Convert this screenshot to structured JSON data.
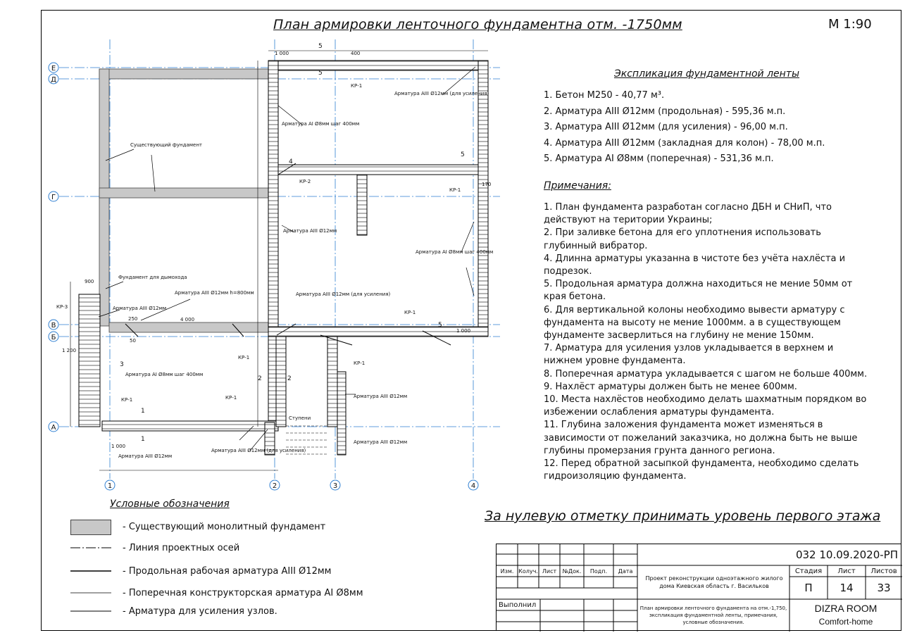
{
  "header": {
    "title": "План армировки ленточного фундаментна отм. -1750мм",
    "scale": "М 1:90"
  },
  "explication": {
    "title": "Экспликация фундаментной ленты",
    "items": [
      "1. Бетон М250 - 40,77 м³.",
      "2. Арматура АIII Ø12мм (продольная) - 595,36 м.п.",
      "3. Арматура АIII Ø12мм (для усиления) - 96,00 м.п.",
      "4. Арматура АIII Ø12мм (закладная для колон) - 78,00 м.п.",
      "5. Арматура АI Ø8мм (поперечная) - 531,36 м.п."
    ]
  },
  "notes": {
    "title": "Примечания:",
    "items": [
      "1. План фундамента разработан согласно ДБН и СНиП, что действуют на територии Украины;",
      "2. При заливке бетона для его уплотнения использовать глубинный вибратор.",
      "4. Длинна арматуры указанна в чистоте без учёта нахлёста и подрезок.",
      "5. Продольная арматура должна находиться не мение 50мм от края бетона.",
      "6. Для вертикальной колоны необходимо вывести арматуру с фундамента на высоту не мение 1000мм. а в существующем фундаменте засверлиться на глубину не мение 150мм.",
      "7. Арматура для усиления узлов укладывается в верхнем и нижнем уровне фундамента.",
      "8. Поперечная арматура укладывается с шагом не больше 400мм.",
      "9. Нахлёст арматуры должен быть не менее 600мм.",
      "10. Места нахлёстов необходимо делать шахматным порядком во избежении ослабления арматуры фундамента.",
      "11. Глубина заложения фундамента может изменяться в зависимости от пожеланий заказчика, но должна быть не выше глубины промерзания грунта данного региона.",
      "12. Перед обратной засыпкой фундамента, необходимо сделать гидроизоляцию фундамента."
    ]
  },
  "zero_note": "За нулевую отметку принимать уровень первого этажа",
  "legend": {
    "title": "Условные обозначения",
    "items": [
      "- Существующий монолитный фундамент",
      "- Линия проектных осей",
      "- Продольная рабочая арматура АIII Ø12мм",
      "- Поперечная конструкторская арматура АI Ø8мм",
      "- Арматура для усиления узлов."
    ]
  },
  "plan": {
    "axes_rows": [
      "Е",
      "Д",
      "Г",
      "В",
      "Б",
      "А"
    ],
    "axes_cols": [
      "1",
      "2",
      "3",
      "4"
    ],
    "labels": {
      "existing": "Существующий фундамент",
      "chimney": "Фундамент для дымохода",
      "rebar_a3": "Арматура АIII Ø12мм",
      "rebar_a1": "Арматура АI Ø8мм шаг 400мм",
      "rebar_h800": "Арматура АIII Ø12мм h=800мм",
      "rebar_reinf": "Арматура АIII Ø12мм (для усиления)",
      "steps": "Ступени",
      "kr1": "КР-1",
      "kr2": "КР-2",
      "kr3": "КР-3",
      "dim1000": "1 000",
      "dim4000": "4 000",
      "dim400": "400",
      "dim900": "900",
      "dim250": "250",
      "dim170": "170",
      "dim50": "50",
      "dim1200": "1 200",
      "sec5": "5",
      "sec4": "4",
      "sec3": "3",
      "sec2": "2",
      "sec1": "1"
    }
  },
  "stamp": {
    "code": "032   10.09.2020-РП",
    "cols": [
      "Изм.",
      "Колуч.",
      "Лист",
      "№Док.",
      "Подп.",
      "Дата"
    ],
    "project": "Проект реконструкции одноэтажного жилого дома Киевская область г. Васильков",
    "stage_h": "Стадия",
    "sheet_h": "Лист",
    "sheets_h": "Листов",
    "stage": "П",
    "sheet": "14",
    "sheets": "33",
    "performed": "Выполнил",
    "sheet_title": "План армировки ленточного фундамента на отм.-1,750, экспликация фундаментной ленты, примечания, условные обозначения.",
    "company": "DIZRA ROOM",
    "company_sub": "Comfort-home"
  }
}
